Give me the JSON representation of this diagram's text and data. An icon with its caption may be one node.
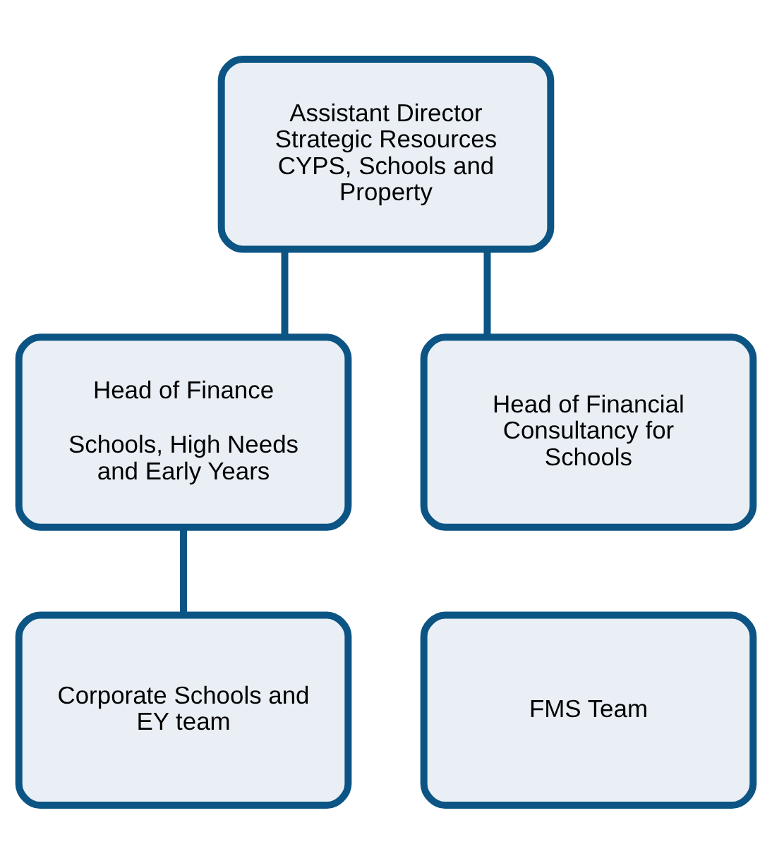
{
  "diagram": {
    "nodes": [
      {
        "text": [
          "Assistant Director Strategic Resources CYPS, Schools and Property"
        ]
      },
      {
        "text": [
          "Head of Finance",
          "Schools, High Needs and Early Years"
        ]
      },
      {
        "text": [
          "Head of Financial Consultancy for Schools"
        ]
      },
      {
        "text": [
          "Corporate Schools and EY team"
        ]
      },
      {
        "text": [
          "FMS Team"
        ]
      }
    ],
    "edges": [
      {
        "from": 0,
        "to": 1,
        "arrow": "none"
      },
      {
        "from": 0,
        "to": 2,
        "arrow": "none"
      },
      {
        "from": 1,
        "to": 3,
        "arrow": "none"
      }
    ]
  }
}
